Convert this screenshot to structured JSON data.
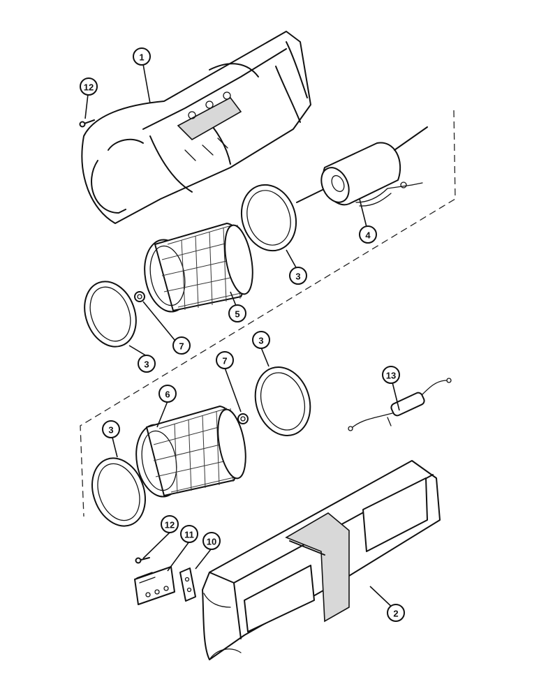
{
  "callouts": [
    {
      "id": "c1",
      "number": "1",
      "part": "blower-housing-upper-half"
    },
    {
      "id": "c2",
      "number": "2",
      "part": "blower-housing-lower-half"
    },
    {
      "id": "c3a",
      "number": "3",
      "part": "blower-ring-motor-side"
    },
    {
      "id": "c3b",
      "number": "3",
      "part": "blower-ring-upper-left"
    },
    {
      "id": "c3c",
      "number": "3",
      "part": "blower-ring-lower-right"
    },
    {
      "id": "c3d",
      "number": "3",
      "part": "blower-ring-lower-left"
    },
    {
      "id": "c4",
      "number": "4",
      "part": "blower-motor"
    },
    {
      "id": "c5",
      "number": "5",
      "part": "blower-wheel-upper"
    },
    {
      "id": "c6",
      "number": "6",
      "part": "blower-wheel-lower"
    },
    {
      "id": "c7a",
      "number": "7",
      "part": "retaining-clip-upper"
    },
    {
      "id": "c7b",
      "number": "7",
      "part": "retaining-clip-lower"
    },
    {
      "id": "c10",
      "number": "10",
      "part": "connector-block"
    },
    {
      "id": "c11",
      "number": "11",
      "part": "resistor-board"
    },
    {
      "id": "c12a",
      "number": "12",
      "part": "screw-upper"
    },
    {
      "id": "c12b",
      "number": "12",
      "part": "screw-lower"
    },
    {
      "id": "c13",
      "number": "13",
      "part": "wiring-lead-capacitor"
    }
  ]
}
